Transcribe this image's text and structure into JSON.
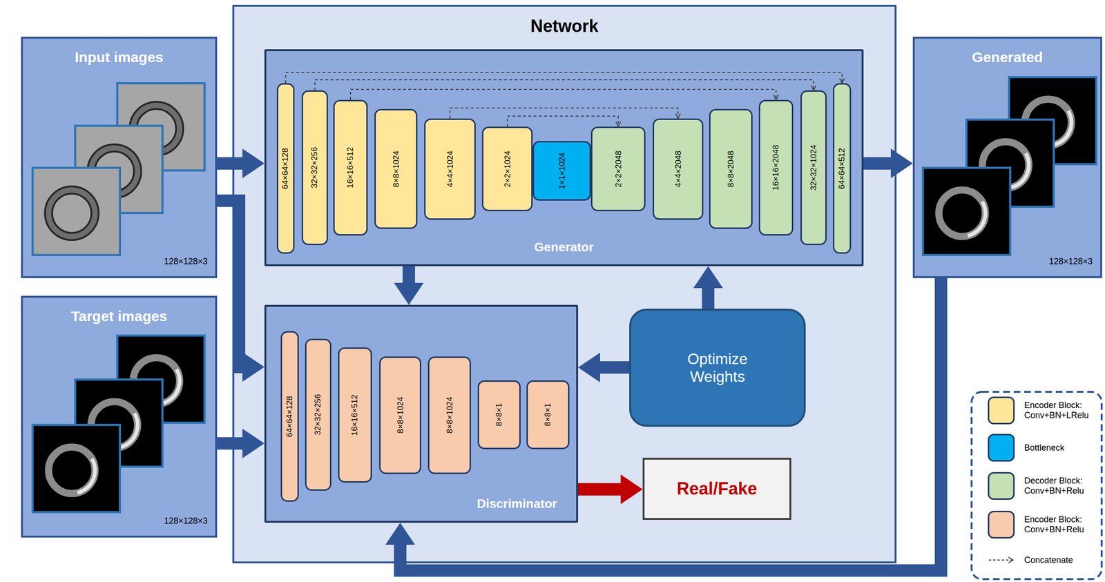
{
  "diagram": {
    "nodes": [
      {
        "text": [
          "Input images",
          "128×128×3"
        ]
      },
      {
        "text": [
          "Network"
        ]
      },
      {
        "text": [
          "Generator"
        ],
        "in": 1
      },
      {
        "text": [
          "64×64×128"
        ],
        "in": 2
      },
      {
        "text": [
          "32×32×256"
        ],
        "in": 2
      },
      {
        "text": [
          "16×16×512"
        ],
        "in": 2
      },
      {
        "text": [
          "8×8×1024"
        ],
        "in": 2
      },
      {
        "text": [
          "4×4×1024"
        ],
        "in": 2
      },
      {
        "text": [
          "2×2×1024"
        ],
        "in": 2
      },
      {
        "text": [
          "1×1×1024"
        ],
        "in": 2
      },
      {
        "text": [
          "2×2×2048"
        ],
        "in": 2
      },
      {
        "text": [
          "4×4×2048"
        ],
        "in": 2
      },
      {
        "text": [
          "8×8×2048"
        ],
        "in": 2
      },
      {
        "text": [
          "16×16×2048"
        ],
        "in": 2
      },
      {
        "text": [
          "32×32×1024"
        ],
        "in": 2
      },
      {
        "text": [
          "64×64×512"
        ],
        "in": 2
      },
      {
        "text": [
          "Generated",
          "128×128×3"
        ]
      },
      {
        "text": [
          "Target images",
          "128×128×3"
        ]
      },
      {
        "text": [
          "Discriminator"
        ],
        "in": 1
      },
      {
        "text": [
          "64×64×128"
        ],
        "in": 18
      },
      {
        "text": [
          "32×32×256"
        ],
        "in": 18
      },
      {
        "text": [
          "16×16×512"
        ],
        "in": 18
      },
      {
        "text": [
          "8×8×1024"
        ],
        "in": 18
      },
      {
        "text": [
          "8×8×1024"
        ],
        "in": 18
      },
      {
        "text": [
          "8×8×1"
        ],
        "in": 18
      },
      {
        "text": [
          "8×8×1"
        ],
        "in": 18
      },
      {
        "text": [
          "Optimize Weights"
        ],
        "in": 1
      },
      {
        "text": [
          "Real/Fake"
        ],
        "in": 1
      }
    ],
    "edges": [
      {
        "from": 0,
        "to": 2,
        "arrow": "to"
      },
      {
        "from": 0,
        "to": 18,
        "arrow": "to"
      },
      {
        "from": 17,
        "to": 18,
        "arrow": "to"
      },
      {
        "from": 2,
        "to": 16,
        "arrow": "to"
      },
      {
        "from": 2,
        "to": 18,
        "arrow": "to"
      },
      {
        "from": 26,
        "to": 2,
        "arrow": "to"
      },
      {
        "from": 26,
        "to": 18,
        "arrow": "to"
      },
      {
        "from": 18,
        "to": 27,
        "arrow": "to"
      },
      {
        "from": 16,
        "to": 18,
        "arrow": "to"
      },
      {
        "from": 3,
        "to": 15,
        "arrow": "to"
      },
      {
        "from": 4,
        "to": 14,
        "arrow": "to"
      },
      {
        "from": 5,
        "to": 13,
        "arrow": "to"
      },
      {
        "from": 7,
        "to": 11,
        "arrow": "to"
      },
      {
        "from": 8,
        "to": 10,
        "arrow": "to"
      }
    ],
    "legend": [
      {
        "text": "Encoder Block: Conv+BN+LRelu",
        "color": "#FFE699"
      },
      {
        "text": "Bottleneck",
        "color": "#00B0F0"
      },
      {
        "text": "Decoder Block: Conv+BN+Relu",
        "color": "#C5E0B4"
      },
      {
        "text": "Encoder Block: Conv+BN+Relu",
        "color": "#F8CBAD"
      },
      {
        "text": "Concatenate"
      }
    ]
  }
}
